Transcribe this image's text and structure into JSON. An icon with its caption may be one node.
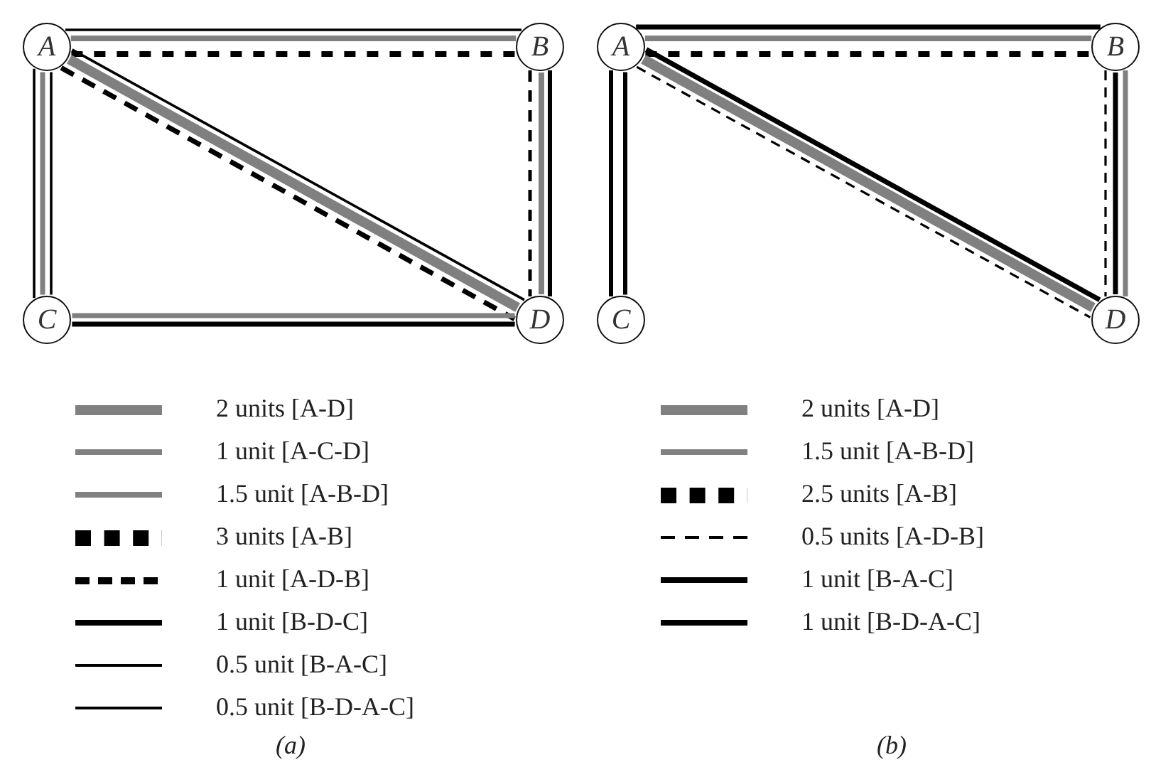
{
  "diagram": {
    "nodes": [
      {
        "text": [
          "A"
        ]
      },
      {
        "text": [
          "B"
        ]
      },
      {
        "text": [
          "C"
        ]
      },
      {
        "text": [
          "D"
        ]
      },
      {
        "text": [
          "A"
        ]
      },
      {
        "text": [
          "B"
        ]
      },
      {
        "text": [
          "C"
        ]
      },
      {
        "text": [
          "D"
        ]
      }
    ],
    "edges": [
      {
        "from": 0,
        "to": 1,
        "arrow": "none"
      },
      {
        "from": 0,
        "to": 1,
        "arrow": "none",
        "color": "#808080"
      },
      {
        "from": 0,
        "to": 1,
        "arrow": "none",
        "style": "dashed"
      },
      {
        "from": 0,
        "to": 2,
        "arrow": "none"
      },
      {
        "from": 0,
        "to": 2,
        "arrow": "none",
        "color": "#808080"
      },
      {
        "from": 0,
        "to": 2,
        "arrow": "none"
      },
      {
        "from": 0,
        "to": 3,
        "arrow": "none",
        "style": "thick",
        "color": "#808080"
      },
      {
        "from": 0,
        "to": 3,
        "arrow": "none",
        "style": "dashed"
      },
      {
        "from": 0,
        "to": 3,
        "arrow": "none"
      },
      {
        "from": 1,
        "to": 3,
        "arrow": "none",
        "style": "dashed"
      },
      {
        "from": 1,
        "to": 3,
        "arrow": "none",
        "color": "#808080"
      },
      {
        "from": 1,
        "to": 3,
        "arrow": "none"
      },
      {
        "from": 2,
        "to": 3,
        "arrow": "none",
        "color": "#808080"
      },
      {
        "from": 2,
        "to": 3,
        "arrow": "none"
      },
      {
        "from": 4,
        "to": 5,
        "arrow": "none"
      },
      {
        "from": 4,
        "to": 5,
        "arrow": "none",
        "color": "#808080"
      },
      {
        "from": 4,
        "to": 5,
        "arrow": "none",
        "style": "dashed"
      },
      {
        "from": 4,
        "to": 6,
        "arrow": "none"
      },
      {
        "from": 4,
        "to": 6,
        "arrow": "none"
      },
      {
        "from": 4,
        "to": 7,
        "arrow": "none",
        "style": "thick",
        "color": "#808080"
      },
      {
        "from": 4,
        "to": 7,
        "arrow": "none",
        "style": "dashed"
      },
      {
        "from": 4,
        "to": 7,
        "arrow": "none"
      },
      {
        "from": 5,
        "to": 7,
        "arrow": "none",
        "style": "dashed"
      },
      {
        "from": 5,
        "to": 7,
        "arrow": "none"
      },
      {
        "from": 5,
        "to": 7,
        "arrow": "none",
        "color": "#808080"
      }
    ],
    "labels": [
      "(a)",
      "(b)"
    ],
    "legend": [
      {
        "text": "2 units [A-D]"
      },
      {
        "text": "1 unit [A-C-D]"
      },
      {
        "text": "1.5 unit [A-B-D]"
      },
      {
        "text": "3 units [A-B]"
      },
      {
        "text": "1 unit [A-D-B]"
      },
      {
        "text": "1 unit [B-D-C]"
      },
      {
        "text": "0.5 unit [B-A-C]"
      },
      {
        "text": "0.5 unit [B-D-A-C]"
      },
      {
        "text": "2 units [A-D]"
      },
      {
        "text": "1.5 unit [A-B-D]"
      },
      {
        "text": "2.5 units [A-B]"
      },
      {
        "text": "0.5 units [A-D-B]"
      },
      {
        "text": "1 unit [B-A-C]"
      },
      {
        "text": "1 unit [B-D-A-C]"
      }
    ]
  }
}
